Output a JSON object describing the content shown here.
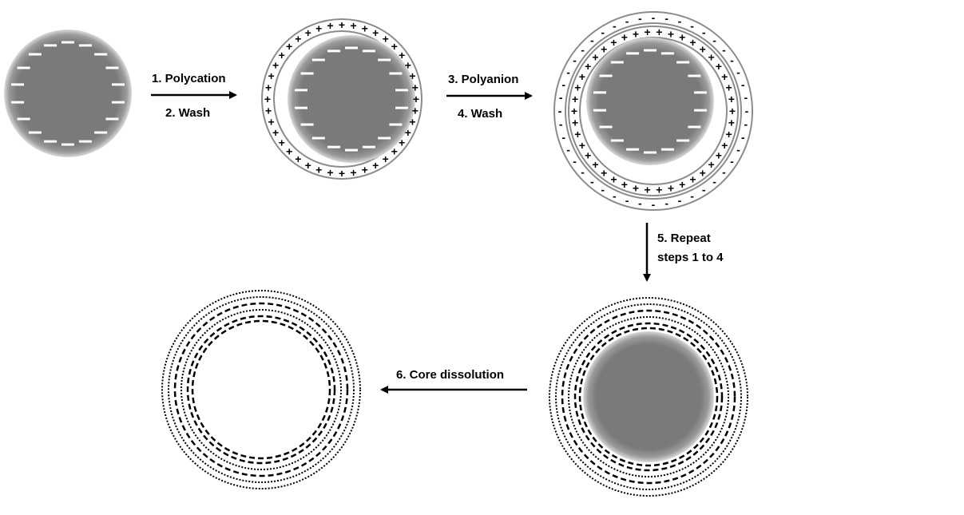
{
  "steps": {
    "s1": "1. Polycation",
    "s2": "2. Wash",
    "s3": "3. Polyanion",
    "s4": "4. Wash",
    "s5a": "5. Repeat",
    "s5b": "steps 1 to 4",
    "s6": "6. Core dissolution"
  },
  "signs": {
    "positive": "+",
    "negative": "-"
  },
  "colors": {
    "core": "#7a7a7a",
    "core_edge": "#d9d9d9",
    "charge_mark": "#ffffff",
    "ring": "#8c8c8c",
    "ink": "#000000"
  }
}
